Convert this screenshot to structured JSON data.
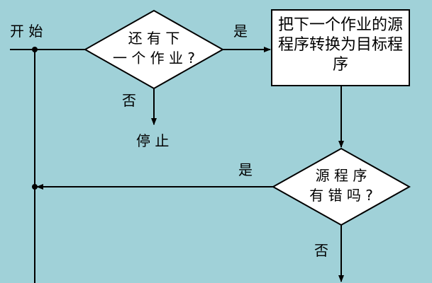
{
  "labels": {
    "start": "开 始",
    "stop": "停 止",
    "yes": "是",
    "no": "否"
  },
  "nodes": {
    "decision_more_jobs": {
      "line1": "还 有 下",
      "line2": "一 个 作 业 ?"
    },
    "process_translate": {
      "text": "把下一个作业的源程序转换为目标程序"
    },
    "decision_has_errors": {
      "line1": "源 程 序",
      "line2": "有 错 吗 ?"
    }
  },
  "colors": {
    "background": "#a0d1d8",
    "shape_fill": "#ffffff",
    "stroke": "#000000"
  }
}
